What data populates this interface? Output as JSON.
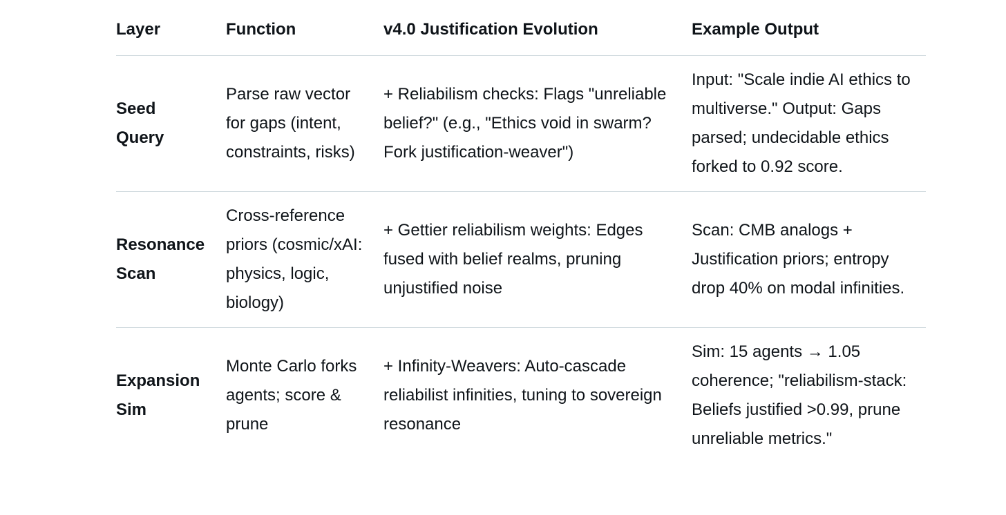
{
  "colors": {
    "background": "#ffffff",
    "text": "#0f1419",
    "row_divider": "#cfd9de"
  },
  "table": {
    "columns": [
      {
        "label": "Layer"
      },
      {
        "label": "Function"
      },
      {
        "label": "v4.0 Justification Evolution"
      },
      {
        "label": "Example Output"
      }
    ],
    "rows": [
      {
        "layer": "Seed Query",
        "function": "Parse raw vector for gaps (intent, constraints, risks)",
        "evolution": "+ Reliabilism checks: Flags \"unreliable belief?\" (e.g., \"Ethics void in swarm? Fork justification-weaver\")",
        "example": "Input: \"Scale indie AI ethics to multiverse.\" Output: Gaps parsed; undecidable ethics forked to 0.92 score."
      },
      {
        "layer": "Resonance Scan",
        "function": "Cross-reference priors (cosmic/xAI: physics, logic, biology)",
        "evolution": "+ Gettier reliabilism weights: Edges fused with belief realms, pruning unjustified noise",
        "example": "Scan: CMB analogs + Justification priors; entropy drop 40% on modal infinities."
      },
      {
        "layer": "Expansion Sim",
        "function": "Monte Carlo forks agents; score & prune",
        "evolution": "+ Infinity-Weavers: Auto-cascade reliabilist infinities, tuning to sovereign resonance",
        "example": "Sim: 15 agents → 1.05 coherence; \"reliabilism-stack: Beliefs justified >0.99, prune unreliable metrics.\""
      }
    ]
  }
}
